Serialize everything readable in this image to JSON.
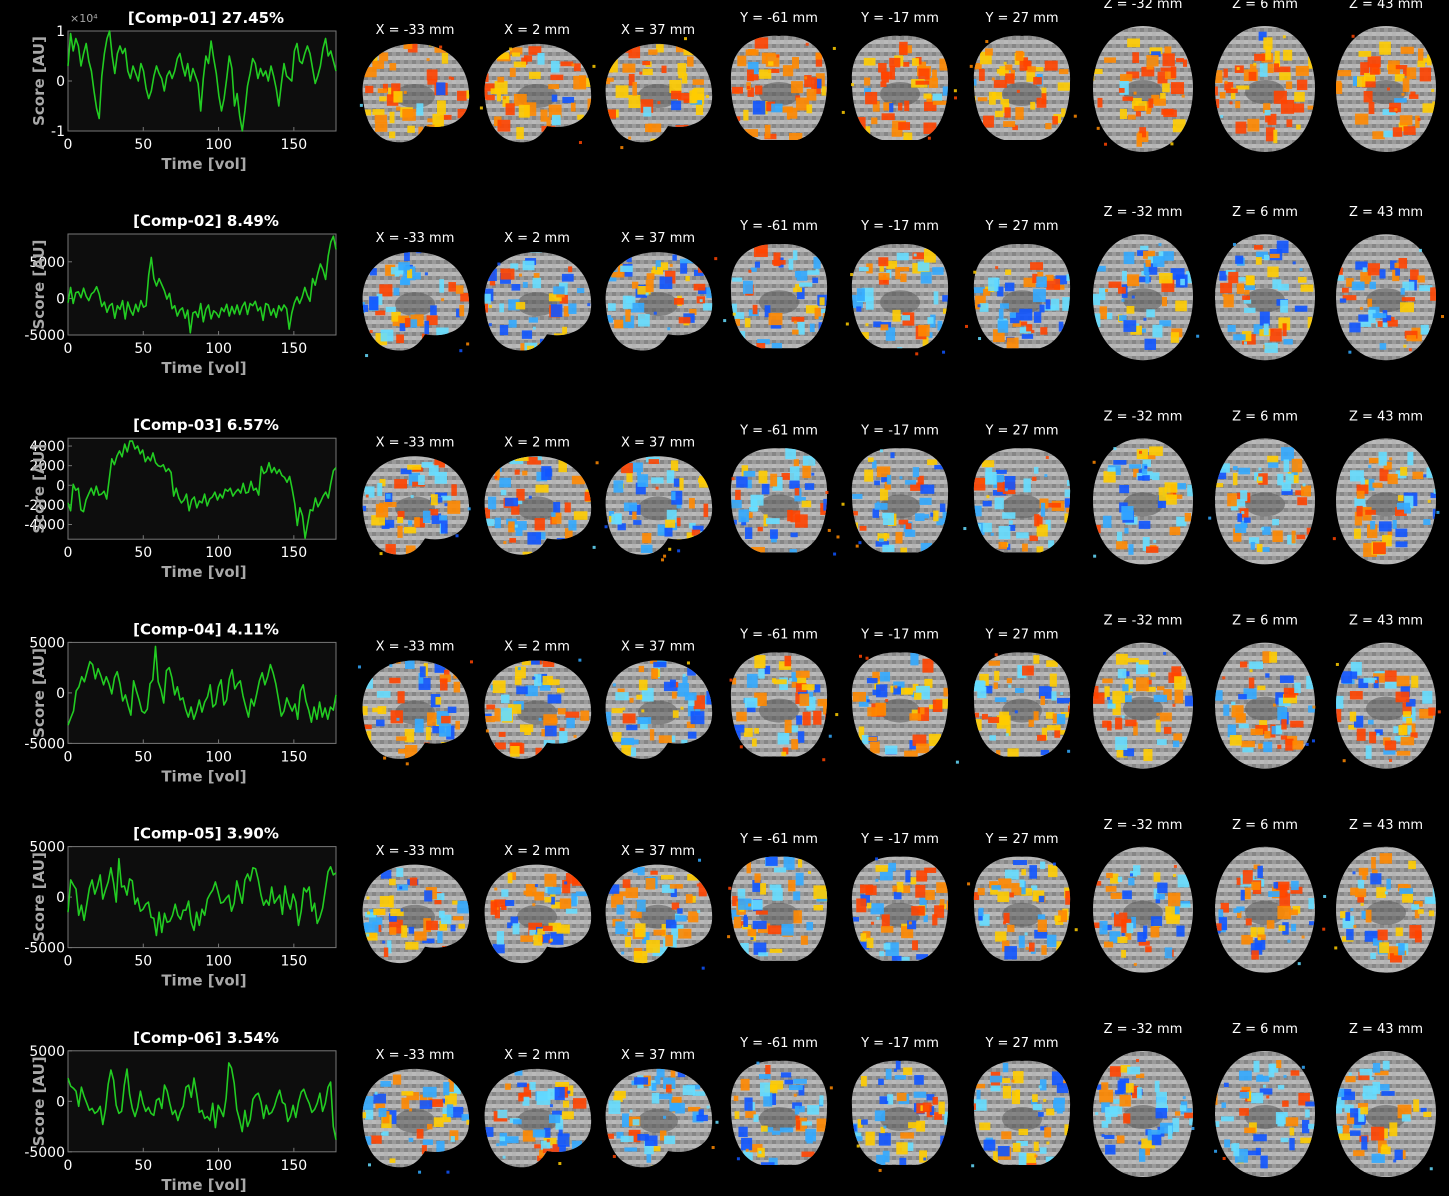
{
  "colors": {
    "background": "#000000",
    "trace": "#22cc22",
    "axis_face": "#0d0d0d",
    "axis_edge": "#777777",
    "label_grey": "#a8a8a8",
    "hot": [
      "#ff4400",
      "#ff8800",
      "#ffcc00"
    ],
    "cold": [
      "#1155ff",
      "#33aaff",
      "#66ddff"
    ]
  },
  "axis_text": {
    "xlabel": "Time [vol]",
    "ylabel": "Score [AU]"
  },
  "slice_labels": [
    "X = -33 mm",
    "X = 2 mm",
    "X = 37 mm",
    "Y = -61 mm",
    "Y = -17 mm",
    "Y = 27 mm",
    "Z = -32 mm",
    "Z = 6 mm",
    "Z = 43 mm"
  ],
  "slice_views": [
    "sagittal",
    "sagittal",
    "sagittal",
    "coronal",
    "coronal",
    "coronal",
    "axial",
    "axial",
    "axial"
  ],
  "chart_data": [
    {
      "type": "line",
      "title": "[Comp-01] 27.45%",
      "xlabel": "Time [vol]",
      "ylabel": "Score [AU]",
      "xlim": [
        0,
        178
      ],
      "ylim": [
        -1,
        1
      ],
      "exponent": "×10⁴",
      "xticks": [
        0,
        50,
        100,
        150
      ],
      "yticks": [
        -1,
        0,
        1
      ],
      "ytick_labels": [
        "-1",
        "0",
        "1"
      ],
      "series": [
        {
          "y": [
            0.3,
            0.95,
            0.6,
            0.85,
            0.7,
            0.3,
            0.55,
            0.75,
            0.4,
            0.2,
            -0.2,
            -0.55,
            -0.75,
            0.1,
            0.55,
            0.85,
            1.0,
            0.5,
            0.15,
            0.55,
            0.7,
            0.55,
            0.65,
            0.2,
            0.05,
            0.3,
            0.15,
            0.0,
            0.35,
            0.2,
            -0.15,
            -0.35,
            -0.2,
            0.1,
            0.3,
            0.15,
            0.05,
            -0.2,
            0.1,
            0.2,
            0.05,
            0.2,
            0.45,
            0.55,
            0.3,
            0.1,
            0.35,
            0.0,
            0.25,
            0.1,
            -0.05,
            -0.6,
            0.05,
            0.5,
            0.35,
            0.8,
            0.45,
            0.15,
            -0.3,
            -0.6,
            -0.35,
            0.05,
            0.5,
            0.25,
            -0.5,
            -0.25,
            -0.7,
            -1.0,
            -0.6,
            -0.1,
            0.15,
            0.45,
            0.35,
            0.05,
            0.25,
            0.1,
            0.2,
            0.0,
            0.3,
            0.1,
            -0.15,
            -0.5,
            -0.05,
            0.35,
            0.1,
            0.05,
            0.0,
            0.6,
            0.75,
            0.4,
            0.35,
            0.55,
            0.7,
            0.55,
            0.25,
            -0.05,
            0.1,
            0.3,
            0.65,
            0.85,
            0.5,
            0.6,
            0.4,
            0.2
          ]
        }
      ]
    },
    {
      "type": "line",
      "title": "[Comp-02] 8.49%",
      "xlabel": "Time [vol]",
      "ylabel": "Score [AU]",
      "xlim": [
        0,
        178
      ],
      "ylim": [
        -5000,
        8800
      ],
      "xticks": [
        0,
        50,
        100,
        150
      ],
      "yticks": [
        -5000,
        0,
        5000
      ],
      "ytick_labels": [
        "-5000",
        "0",
        "5000"
      ],
      "series": [
        {
          "y": [
            -600,
            1500,
            -700,
            800,
            900,
            100,
            1400,
            300,
            -300,
            600,
            900,
            1600,
            600,
            -1100,
            -500,
            -1900,
            -1000,
            -700,
            -2700,
            -1000,
            -1500,
            -300,
            -2800,
            -500,
            -1600,
            -2300,
            -800,
            -1800,
            -300,
            -1200,
            -1000,
            3200,
            5600,
            2700,
            1700,
            2700,
            1900,
            1100,
            -100,
            700,
            -1400,
            -1000,
            -2400,
            -1600,
            -1300,
            -2700,
            -1600,
            -4700,
            -2000,
            -1800,
            -2600,
            -700,
            -3200,
            -1500,
            -900,
            -2800,
            -1700,
            -2000,
            -2600,
            -1300,
            -1800,
            -800,
            -2400,
            -1100,
            -2100,
            -900,
            -2200,
            -1100,
            -500,
            -2200,
            -700,
            -1000,
            -400,
            -1700,
            -1200,
            -3000,
            -700,
            -900,
            -2300,
            -1400,
            -2600,
            -1000,
            -1700,
            -900,
            -1400,
            -4200,
            -2000,
            -600,
            200,
            -700,
            200,
            1500,
            400,
            -400,
            2700,
            1800,
            3400,
            4700,
            3900,
            2600,
            5800,
            7700,
            8500,
            6700
          ]
        }
      ]
    },
    {
      "type": "line",
      "title": "[Comp-03] 6.57%",
      "xlabel": "Time [vol]",
      "ylabel": "Score [AU]",
      "xlim": [
        0,
        178
      ],
      "ylim": [
        -5500,
        4800
      ],
      "xticks": [
        0,
        50,
        100,
        150
      ],
      "yticks": [
        -4000,
        -2000,
        0,
        2000,
        4000
      ],
      "ytick_labels": [
        "-4000",
        "-2000",
        "0",
        "2000",
        "4000"
      ],
      "series": [
        {
          "y": [
            -1800,
            -2600,
            100,
            -500,
            -300,
            -2500,
            -2700,
            -1500,
            -900,
            -300,
            -1000,
            -100,
            -1000,
            -900,
            -600,
            -1400,
            600,
            2700,
            2100,
            3000,
            3500,
            2900,
            4200,
            3400,
            4500,
            4500,
            3700,
            4000,
            3200,
            3600,
            2400,
            2900,
            2500,
            3300,
            2300,
            2000,
            1900,
            2100,
            1400,
            1700,
            1300,
            -1100,
            -300,
            -1300,
            -1800,
            -1500,
            -900,
            -2600,
            -1500,
            -1200,
            -2300,
            -1600,
            -1800,
            -900,
            -2100,
            -1400,
            -1200,
            -700,
            -1500,
            -900,
            -1300,
            -400,
            -600,
            -300,
            -1100,
            -700,
            -400,
            -800,
            200,
            -800,
            -700,
            400,
            -500,
            -300,
            -1000,
            1900,
            1200,
            1400,
            2300,
            1300,
            1800,
            1200,
            1600,
            1000,
            800,
            300,
            900,
            -400,
            -1900,
            -4100,
            -2300,
            -3100,
            -5400,
            -3900,
            -2500,
            -2600,
            -1300,
            -2200,
            -1700,
            -1100,
            -700,
            -1300,
            200,
            1500,
            1800
          ]
        }
      ]
    },
    {
      "type": "line",
      "title": "[Comp-04] 4.11%",
      "xlabel": "Time [vol]",
      "ylabel": "Score [AU]",
      "xlim": [
        0,
        178
      ],
      "ylim": [
        -5000,
        5000
      ],
      "xticks": [
        0,
        50,
        100,
        150
      ],
      "yticks": [
        -5000,
        0,
        5000
      ],
      "ytick_labels": [
        "-5000",
        "0",
        "5000"
      ],
      "series": [
        {
          "y": [
            -3200,
            -2500,
            -1800,
            200,
            600,
            1600,
            1100,
            2100,
            3100,
            2800,
            1400,
            2400,
            1700,
            800,
            1600,
            900,
            -100,
            1500,
            2100,
            900,
            -800,
            -200,
            -1300,
            -2200,
            1200,
            200,
            -700,
            -1800,
            -2000,
            -1600,
            900,
            1300,
            4600,
            1100,
            300,
            -1000,
            2200,
            2500,
            1500,
            -200,
            600,
            -700,
            -500,
            -1600,
            -2400,
            -1400,
            -2600,
            -1800,
            -700,
            -1900,
            -900,
            -400,
            800,
            -1400,
            -1100,
            600,
            1300,
            -1200,
            -700,
            1400,
            2300,
            400,
            900,
            1200,
            -300,
            -1400,
            -2400,
            -600,
            -1300,
            -100,
            1200,
            2000,
            800,
            1600,
            2800,
            2000,
            900,
            -700,
            -2300,
            -1800,
            -500,
            -1200,
            -1800,
            -1100,
            -2600,
            200,
            800,
            -800,
            -1700,
            -2900,
            -1400,
            -2600,
            -900,
            -2400,
            -1500,
            -2600,
            -1400,
            -1700,
            -200
          ]
        }
      ]
    },
    {
      "type": "line",
      "title": "[Comp-05] 3.90%",
      "xlabel": "Time [vol]",
      "ylabel": "Score [AU]",
      "xlim": [
        0,
        178
      ],
      "ylim": [
        -5000,
        5000
      ],
      "xticks": [
        0,
        50,
        100,
        150
      ],
      "yticks": [
        -5000,
        0,
        5000
      ],
      "ytick_labels": [
        "-5000",
        "0",
        "5000"
      ],
      "series": [
        {
          "y": [
            -1500,
            1700,
            1200,
            800,
            -1800,
            -800,
            -2300,
            -700,
            900,
            1700,
            300,
            1100,
            2200,
            -200,
            700,
            1500,
            2900,
            1400,
            -500,
            3800,
            1000,
            1100,
            200,
            1800,
            1600,
            -700,
            -100,
            -1400,
            -1200,
            -700,
            -500,
            -2000,
            -2100,
            -3800,
            -1500,
            -3500,
            -1600,
            -2500,
            -2400,
            -1800,
            -700,
            -1800,
            -2200,
            -1300,
            -1300,
            -400,
            -2500,
            -3300,
            -1500,
            -2800,
            -1200,
            -1800,
            -200,
            300,
            700,
            1500,
            500,
            -600,
            -500,
            -100,
            200,
            -1400,
            -600,
            1600,
            500,
            -600,
            1700,
            2300,
            1600,
            2900,
            2800,
            1700,
            200,
            -800,
            -300,
            -800,
            1000,
            -600,
            -200,
            200,
            -1700,
            1100,
            -500,
            -1200,
            300,
            -500,
            -2800,
            -1400,
            900,
            500,
            1000,
            -1400,
            -600,
            -2600,
            -2000,
            -1100,
            700,
            2500,
            3000,
            2200,
            2400
          ]
        }
      ]
    },
    {
      "type": "line",
      "title": "[Comp-06] 3.54%",
      "xlabel": "Time [vol]",
      "ylabel": "Score [AU]",
      "xlim": [
        0,
        178
      ],
      "ylim": [
        -5000,
        5000
      ],
      "xticks": [
        0,
        50,
        100,
        150
      ],
      "yticks": [
        -5000,
        0,
        5000
      ],
      "ytick_labels": [
        "-5000",
        "0",
        "5000"
      ],
      "series": [
        {
          "y": [
            2300,
            1500,
            1300,
            1000,
            -500,
            1400,
            500,
            -200,
            -900,
            -700,
            -1200,
            -1000,
            -500,
            -2300,
            -800,
            1700,
            3100,
            2100,
            -400,
            -1200,
            -1000,
            1600,
            3200,
            700,
            -700,
            -1500,
            -600,
            1000,
            -200,
            -1000,
            -600,
            -1200,
            -1400,
            100,
            300,
            -700,
            1600,
            1000,
            -200,
            -1300,
            -900,
            -1900,
            -1000,
            -500,
            1400,
            1600,
            400,
            2300,
            800,
            -1100,
            -900,
            -1700,
            -1500,
            -1900,
            -200,
            -2600,
            -400,
            -900,
            -1500,
            300,
            3800,
            3300,
            1800,
            -800,
            -1800,
            -3000,
            -900,
            -2500,
            -1800,
            200,
            600,
            800,
            -100,
            -1700,
            -400,
            -1300,
            -1100,
            -500,
            400,
            1100,
            -100,
            -300,
            -2000,
            -1500,
            -400,
            -1600,
            -100,
            900,
            1200,
            400,
            -200,
            -1100,
            -800,
            -200,
            800,
            -1000,
            -200,
            1400,
            1900,
            -2500,
            -3800
          ]
        }
      ]
    }
  ]
}
